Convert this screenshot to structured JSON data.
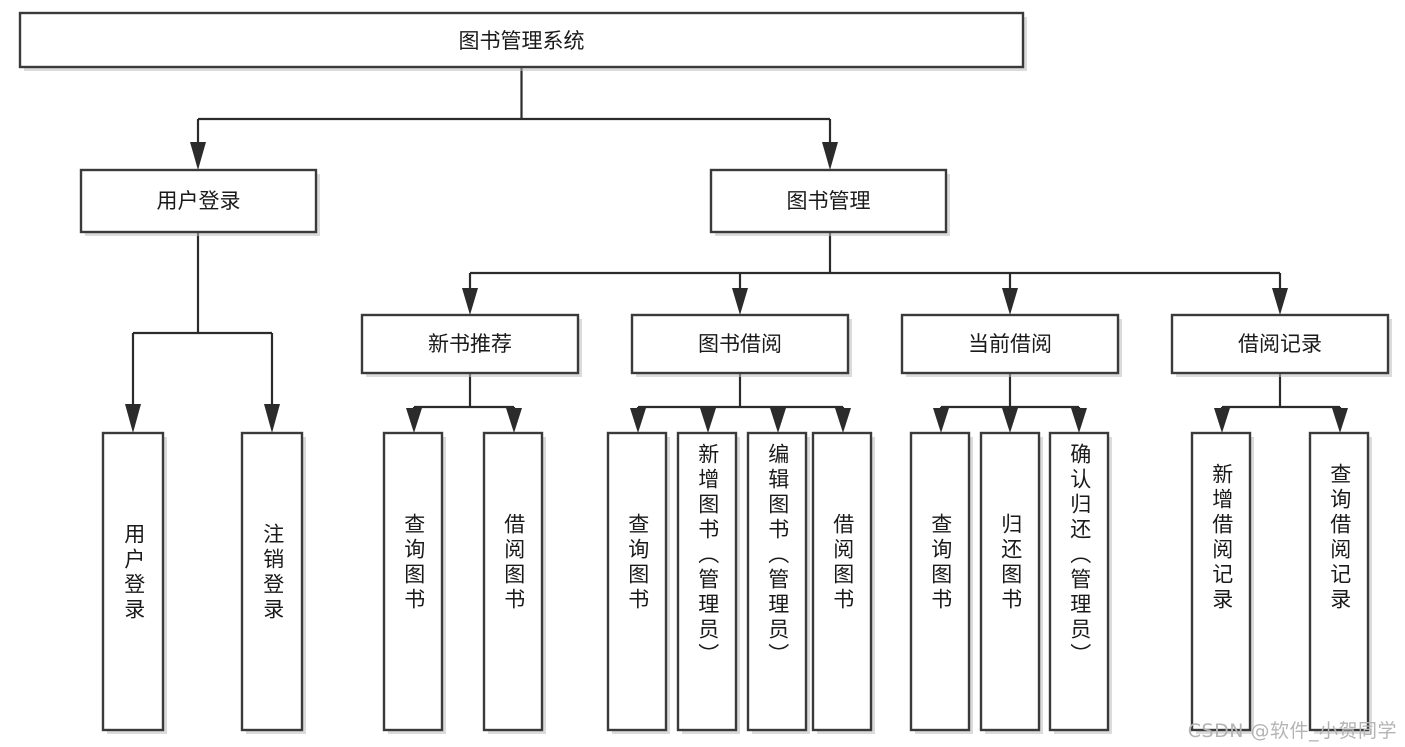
{
  "diagram": {
    "title": "图书管理系统",
    "type": "功能结构图",
    "watermark": "CSDN @软件_小贺同学",
    "colors": {
      "box_stroke": "#3a3a3a",
      "edge": "#2b2b2b",
      "text": "#1a1a1a",
      "background": "#ffffff",
      "watermark": "#b4b4b4"
    }
  },
  "nodes": {
    "root": {
      "label": "图书管理系统"
    },
    "level2": [
      {
        "id": "user-login",
        "label": "用户登录"
      },
      {
        "id": "book-manage",
        "label": "图书管理"
      }
    ],
    "level3": [
      {
        "id": "new-book-recommend",
        "label": "新书推荐"
      },
      {
        "id": "book-borrow",
        "label": "图书借阅"
      },
      {
        "id": "current-borrow",
        "label": "当前借阅"
      },
      {
        "id": "borrow-record",
        "label": "借阅记录"
      }
    ],
    "leaves": {
      "user-login": [
        {
          "id": "leaf-user-login",
          "label": "用户登录"
        },
        {
          "id": "leaf-logout",
          "label": "注销登录"
        }
      ],
      "new-book-recommend": [
        {
          "id": "leaf-query-book-1",
          "label": "查询图书"
        },
        {
          "id": "leaf-borrow-book-1",
          "label": "借阅图书"
        }
      ],
      "book-borrow": [
        {
          "id": "leaf-query-book-2",
          "label": "查询图书"
        },
        {
          "id": "leaf-add-book",
          "label": "新增图书（管理员）"
        },
        {
          "id": "leaf-edit-book",
          "label": "编辑图书（管理员）"
        },
        {
          "id": "leaf-borrow-book-2",
          "label": "借阅图书"
        }
      ],
      "current-borrow": [
        {
          "id": "leaf-query-book-3",
          "label": "查询图书"
        },
        {
          "id": "leaf-return-book",
          "label": "归还图书"
        },
        {
          "id": "leaf-confirm-return",
          "label": "确认归还（管理员）"
        }
      ],
      "borrow-record": [
        {
          "id": "leaf-add-record",
          "label": "新增借阅记录"
        },
        {
          "id": "leaf-query-record",
          "label": "查询借阅记录"
        }
      ]
    }
  }
}
